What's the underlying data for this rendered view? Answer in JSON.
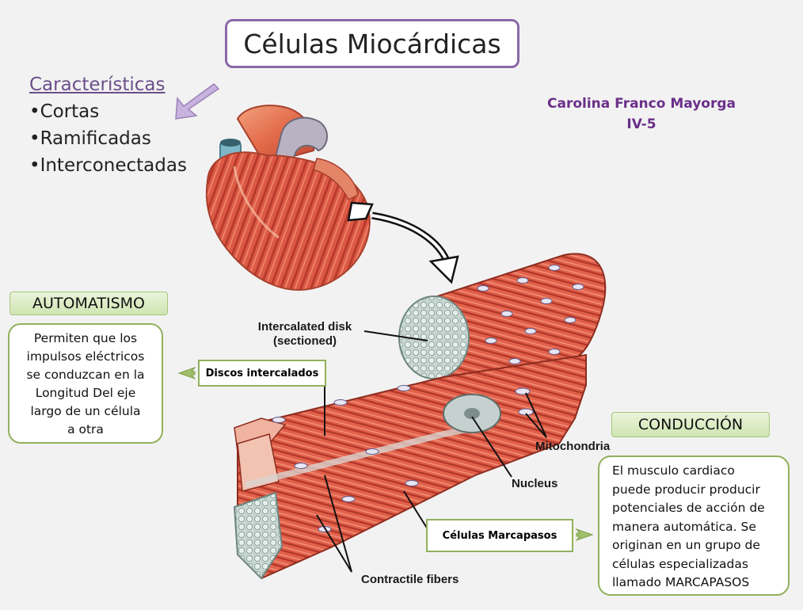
{
  "title": "Células Miocárdicas",
  "characteristics": {
    "heading": "Características",
    "items": [
      "•Cortas",
      "•Ramificadas",
      "•Interconectadas"
    ]
  },
  "author": {
    "name": "Carolina Franco Mayorga",
    "group": "IV-5"
  },
  "automatismo": {
    "title": "AUTOMATISMO",
    "text_lines": [
      "Permiten que los",
      "impulsos eléctricos",
      "se conduzcan en la",
      "Longitud Del eje",
      "largo de un célula",
      "a otra"
    ]
  },
  "conduccion": {
    "title": "CONDUCCIÓN",
    "text_lines": [
      "El musculo cardiaco",
      "puede producir producir",
      "potenciales de acción de",
      "manera automática. Se",
      "originan en un grupo de",
      "células especializadas",
      "llamado MARCAPASOS"
    ]
  },
  "labels": {
    "discos": "Discos intercalados",
    "marcapasos": "Células Marcapasos",
    "intercalated_line1": "Intercalated disk",
    "intercalated_line2": "(sectioned)",
    "mitochondria": "Mitochondria",
    "nucleus": "Nucleus",
    "contractile": "Contractile fibers"
  },
  "colors": {
    "title_border": "#8b68a6",
    "accent_purple": "#6a2f8a",
    "box_green": "#92b05d",
    "muscle_red": "#d8503e"
  }
}
